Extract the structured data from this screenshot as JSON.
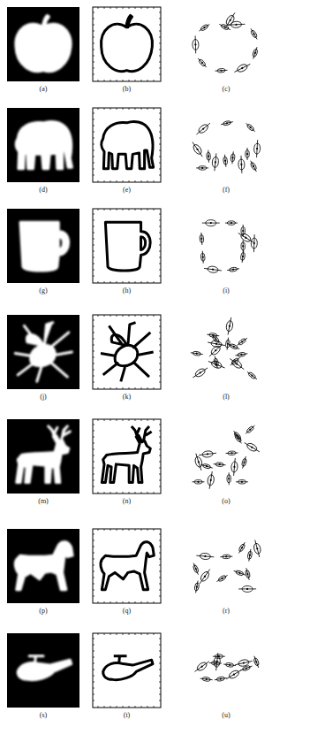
{
  "diagram": {
    "labels": [
      "(a)",
      "(b)",
      "(c)",
      "(d)",
      "(e)",
      "(f)",
      "(g)",
      "(h)",
      "(i)",
      "(j)",
      "(k)",
      "(l)",
      "(m)",
      "(n)",
      "(o)",
      "(p)",
      "(q)",
      "(r)",
      "(s)",
      "(t)",
      "(u)"
    ]
  }
}
